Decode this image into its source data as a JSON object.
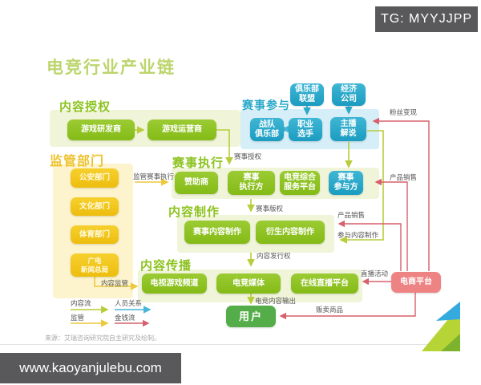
{
  "badge": {
    "text": "TG: MYYJJPP"
  },
  "footer_bar": {
    "text": "www.kaoyanjulebu.com"
  },
  "title": "电竞行业产业链",
  "source": "来源：艾瑞咨询研究院自主研究及绘制。",
  "groups": {
    "content_licensing": {
      "label": "内容授权",
      "boxes": [
        "游戏研发商",
        "游戏运营商"
      ]
    },
    "regulators": {
      "label": "监管部门",
      "boxes": [
        "公安部门",
        "文化部门",
        "体育部门",
        "广电\n新闻总局"
      ]
    },
    "upstream": {
      "boxes": [
        "俱乐部\n联盟",
        "经济\n公司"
      ]
    },
    "event_participation": {
      "label": "赛事参与",
      "boxes": [
        "战队\n俱乐部",
        "职业\n选手",
        "主播\n解说"
      ]
    },
    "event_execution": {
      "label": "赛事执行",
      "boxes": [
        "赞助商",
        "赛事\n执行方",
        "电竞综合\n服务平台",
        "赛事\n参与方"
      ]
    },
    "content_production": {
      "label": "内容制作",
      "boxes": [
        "赛事内容制作",
        "衍生内容制作"
      ]
    },
    "content_spread": {
      "label": "内容传播",
      "boxes": [
        "电视游戏频道",
        "电竞媒体",
        "在线直播平台"
      ]
    },
    "ecommerce": {
      "label": "电商平台"
    },
    "user": {
      "label": "用户"
    }
  },
  "edge_labels": {
    "event_license": "赛事授权",
    "supervise_execution": "监管赛事执行",
    "content_supervision": "内容监管",
    "event_copyright": "赛事版权",
    "content_publish_right": "内容发行权",
    "esports_content_output": "电竞内容输出",
    "fan_monetization": "粉丝变现",
    "product_sales_1": "产品销售",
    "product_sales_2": "产品销售",
    "join_content_production": "参与内容制作",
    "live_events": "直播活动",
    "sell_goods": "贩卖商品"
  },
  "legend": {
    "content_flow": {
      "label": "内容流",
      "color": "#b9cc3a"
    },
    "people_relation": {
      "label": "人员关系",
      "color": "#45b6d9"
    },
    "supervision": {
      "label": "监管",
      "color": "#ecc93f"
    },
    "money_flow": {
      "label": "金钱流",
      "color": "#dd6464"
    }
  },
  "colors": {
    "green_box": "#8cc31f",
    "teal_box": "#29a9cb",
    "yellow_box": "#f2c714",
    "pink_box": "#ee8384",
    "user_green": "#55ad4a",
    "section_yellow": "#edc32e",
    "section_blue": "#2aa9c9",
    "red_arrow": "#d6606b",
    "title_green": "#bcd56d"
  }
}
